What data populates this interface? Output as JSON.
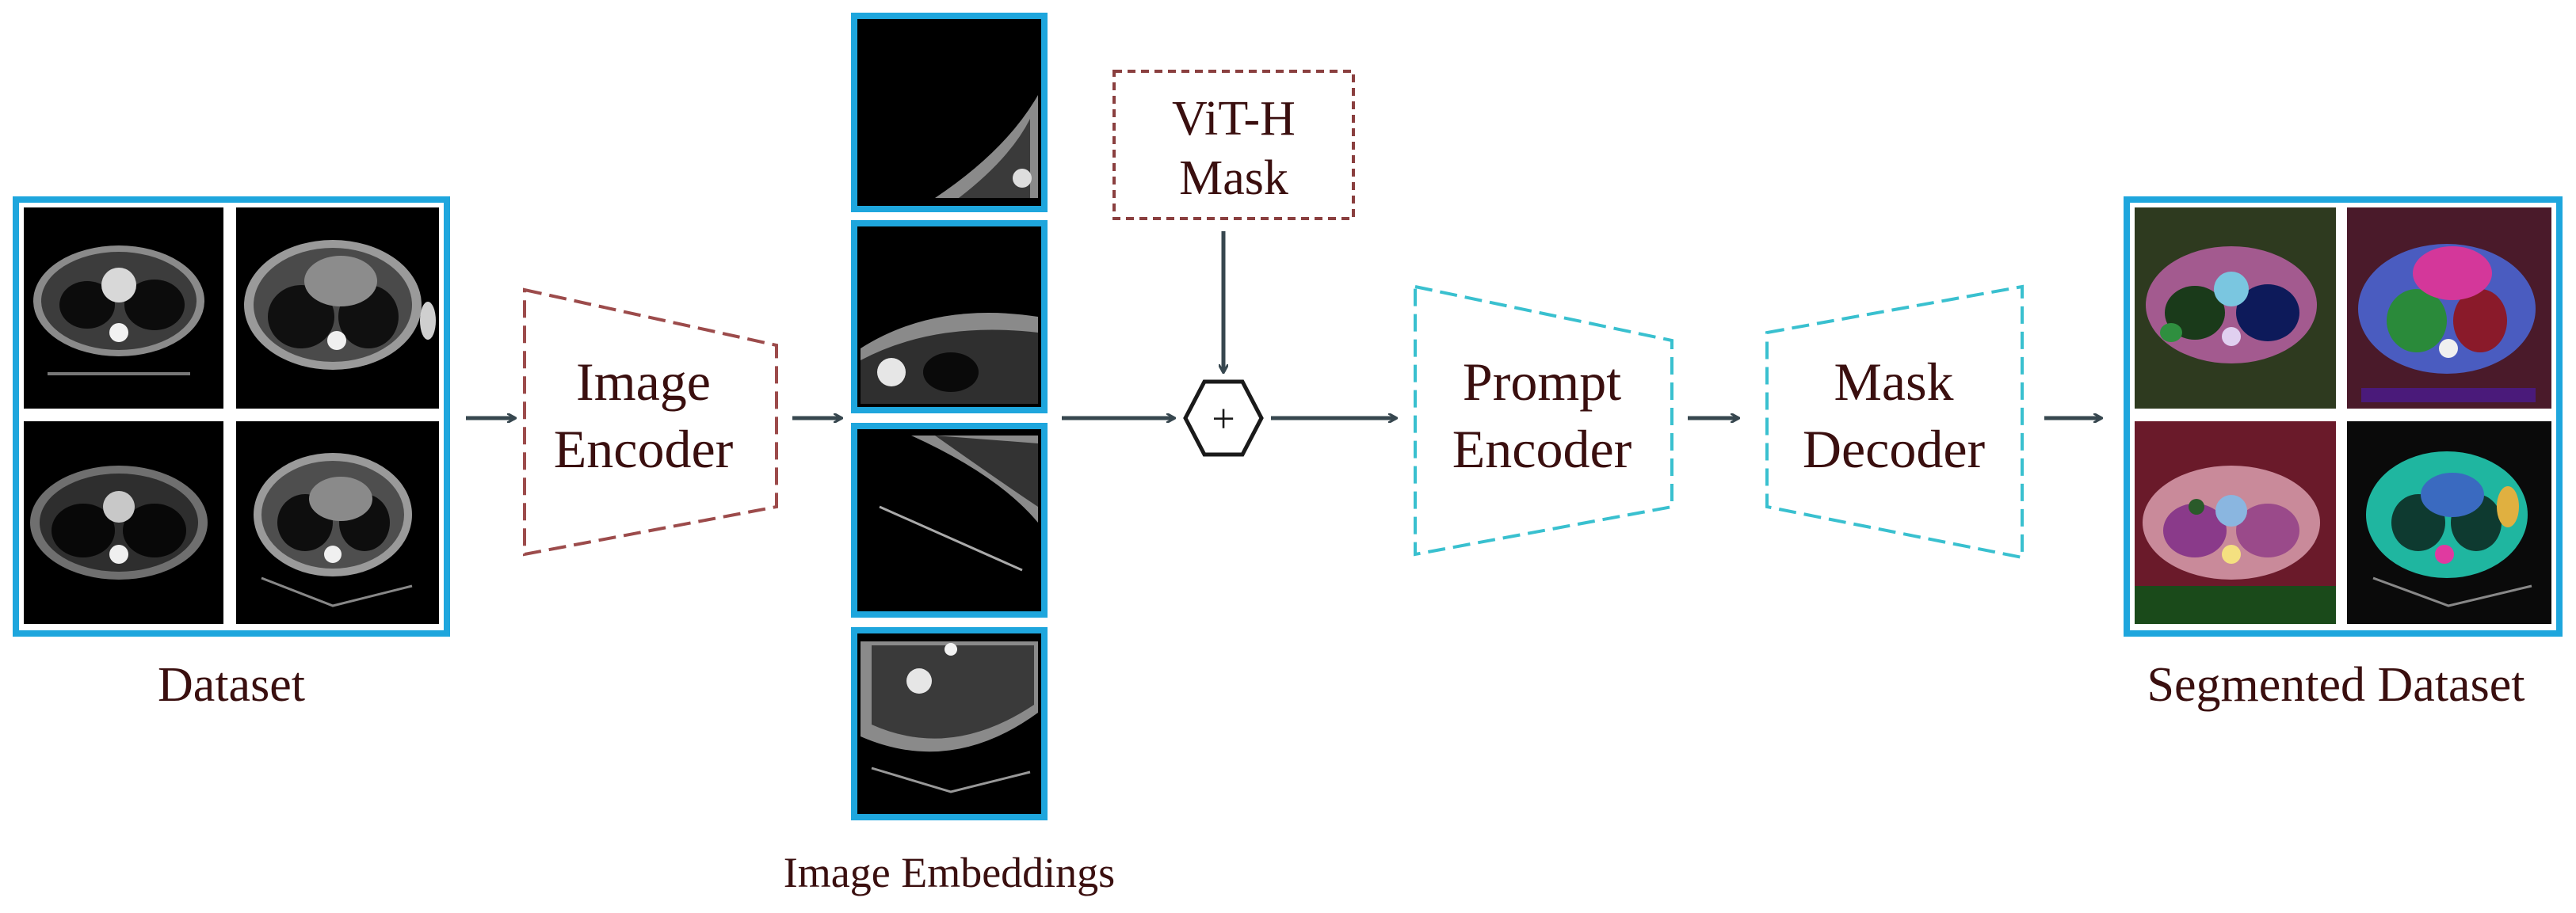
{
  "colors": {
    "frame_blue": "#1ea6dd",
    "image_encoder": "#9c4b4b",
    "vit_mask": "#8a3f3f",
    "prompt_mask_decoder": "#39c0cf",
    "arrow": "#37474f",
    "text": "#3a0f0f"
  },
  "dataset": {
    "label": "Dataset"
  },
  "image_encoder": {
    "line1": "Image",
    "line2": "Encoder"
  },
  "image_embeddings": {
    "label": "Image Embeddings"
  },
  "vit_mask": {
    "line1": "ViT-H",
    "line2": "Mask"
  },
  "combine": {
    "symbol": "+"
  },
  "prompt_encoder": {
    "line1": "Prompt",
    "line2": "Encoder"
  },
  "mask_decoder": {
    "line1": "Mask",
    "line2": "Decoder"
  },
  "segmented_dataset": {
    "label": "Segmented Dataset"
  }
}
